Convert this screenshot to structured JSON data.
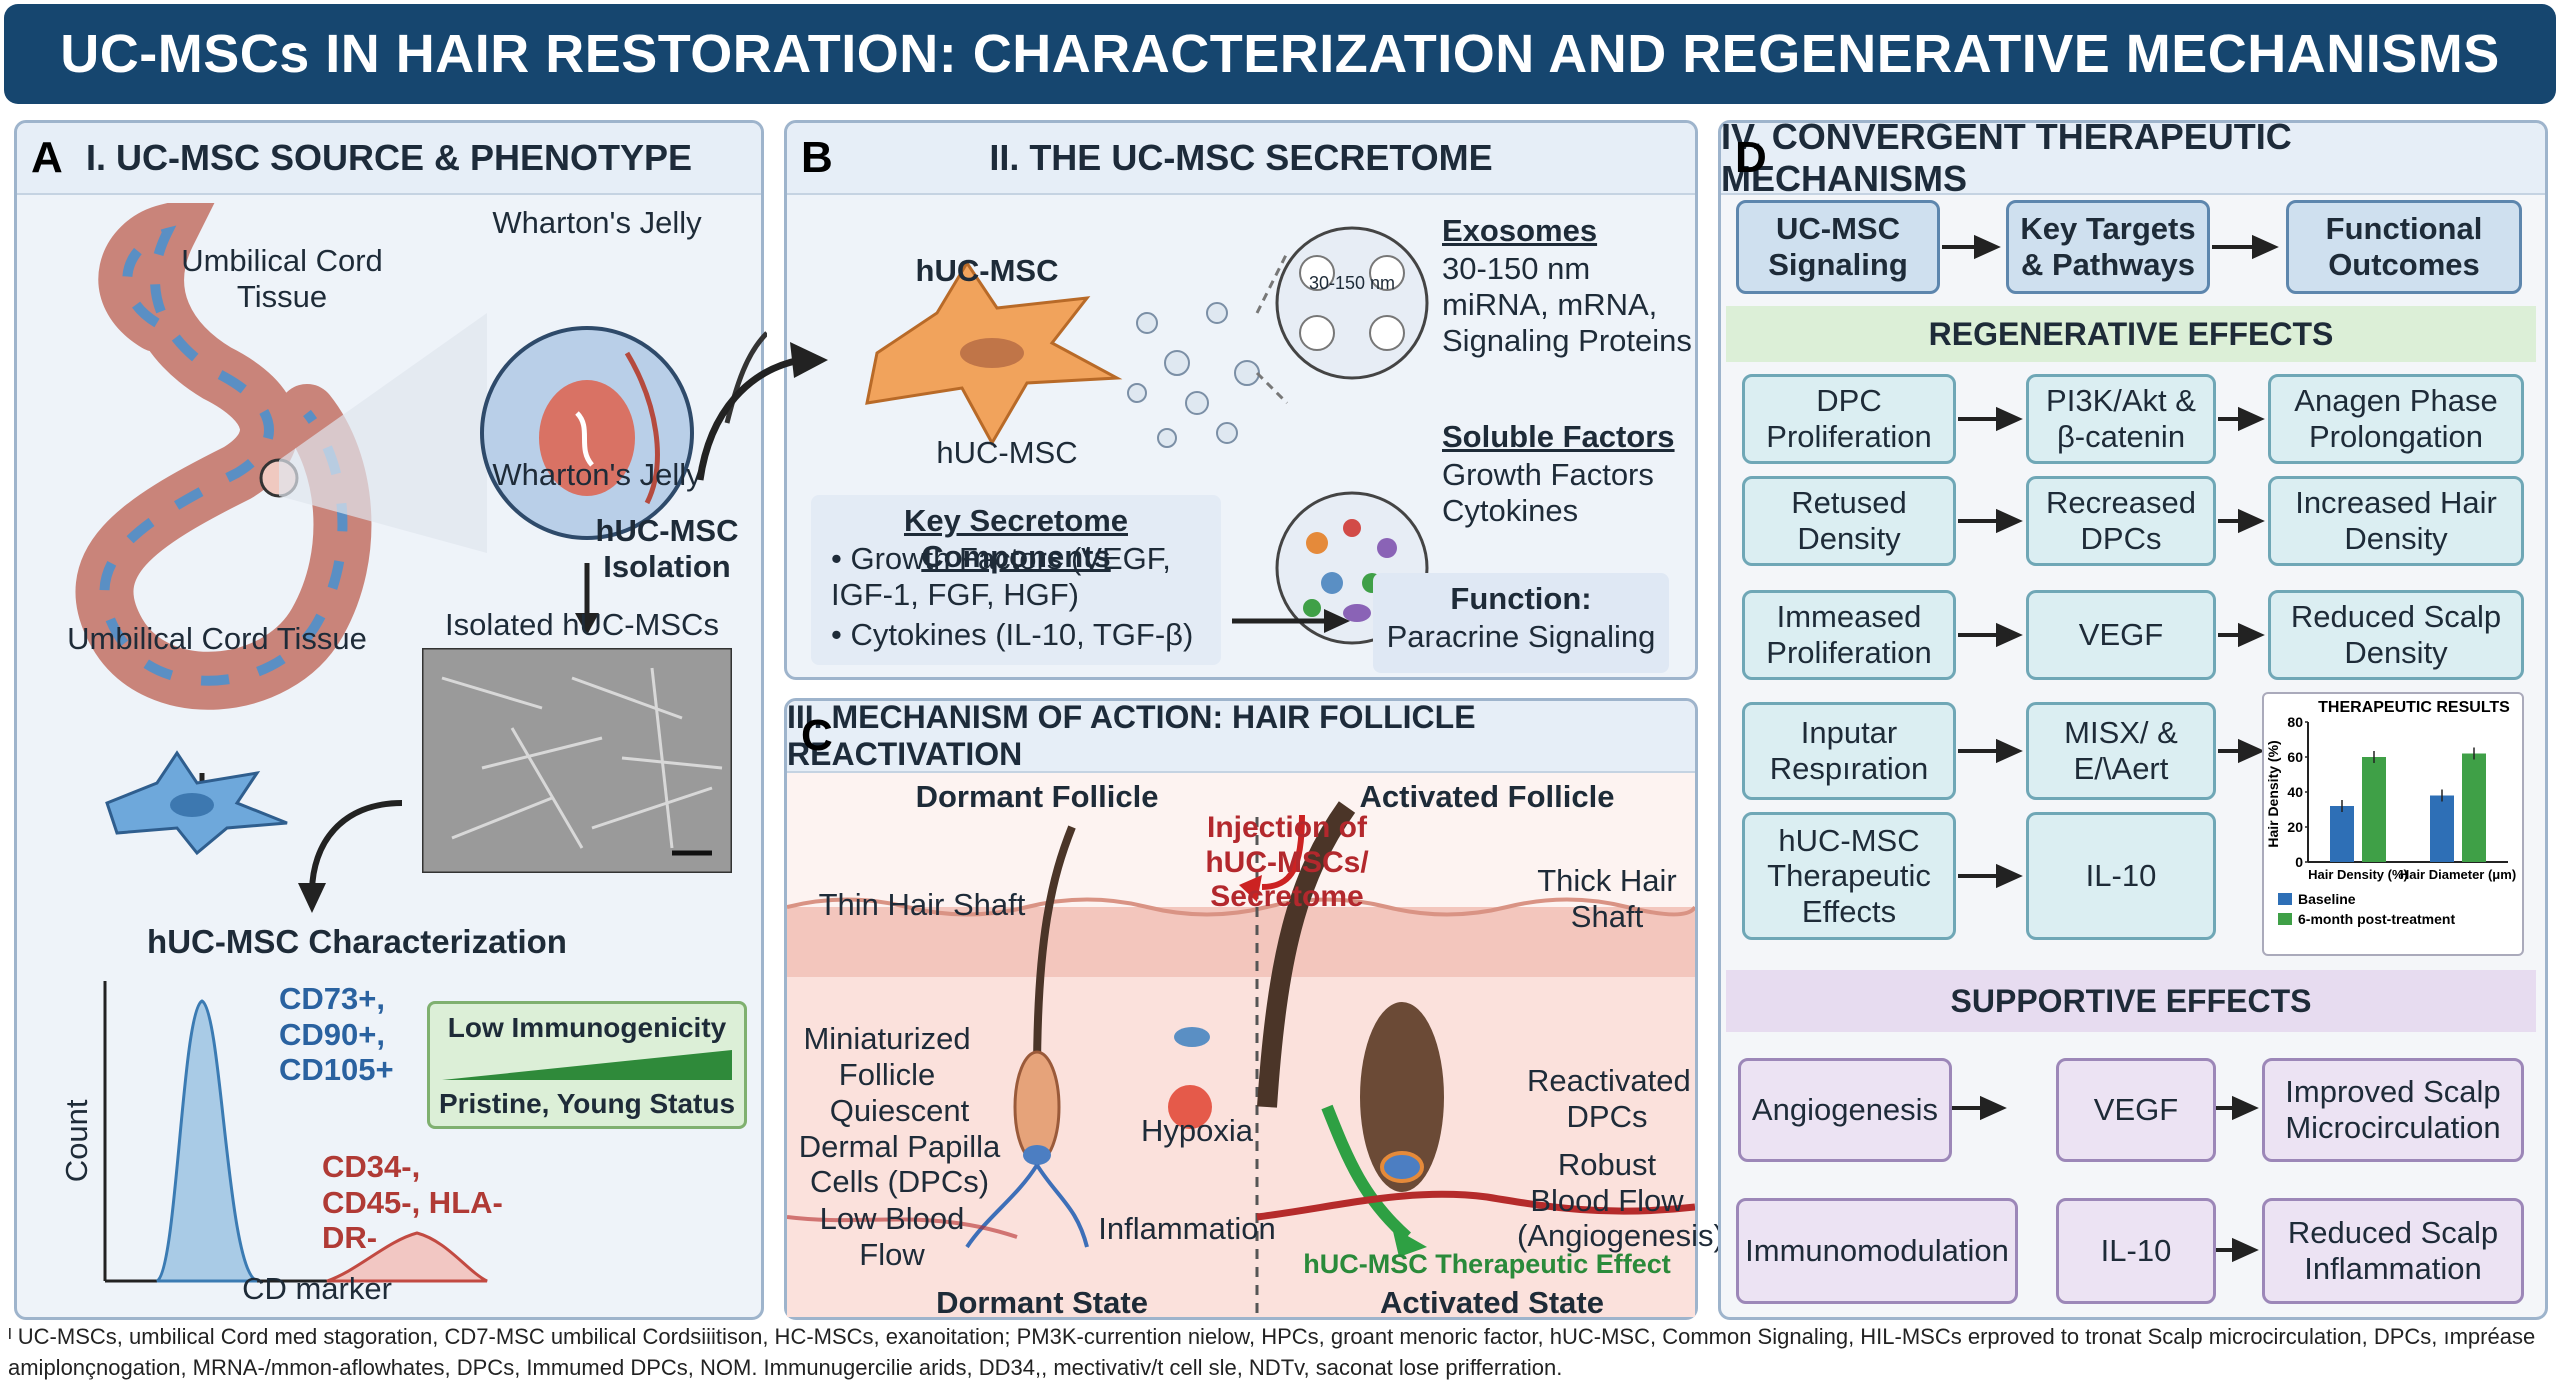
{
  "title": "UC-MSCs IN HAIR RESTORATION: CHARACTERIZATION AND REGENERATIVE MECHANISMS",
  "panelA": {
    "letter": "A",
    "title": "I. UC-MSC SOURCE & PHENOTYPE",
    "cord_label": "Umbilical Cord Tissue",
    "wj_top": "Wharton's Jelly",
    "wj_bottom": "Wharton's Jelly",
    "isolation": "hUC-MSC Isolation",
    "tissue_label": "Umbilical Cord Tissue",
    "isolated": "Isolated hUC-MSCs",
    "char_title": "hUC-MSC Characterization",
    "pos_markers": "CD73+, CD90+, CD105+",
    "neg_markers": "CD34-, CD45-, HLA-DR-",
    "ylabel": "Count",
    "xlabel": "CD marker",
    "immuno": "Low Immunogenicity",
    "status": "Pristine, Young Status"
  },
  "panelB": {
    "letter": "B",
    "title": "II. THE UC-MSC SECRETOME",
    "cell1": "hUC-MSC",
    "cell2": "hUC-MSC",
    "exo_title": "Exosomes",
    "exo_size": "30-150 nm",
    "exo_inner": "30-150 nm",
    "exo_desc": "miRNA, mRNA, Signaling Proteins",
    "sol_title": "Soluble Factors",
    "sol_desc": "Growth Factors Cytokines",
    "key_title": "Key Secretome Components",
    "key1": "• Growth Factors (VEGF, IGF-1, FGF, HGF)",
    "key2": "• Cytokines (IL-10, TGF-β)",
    "func_title": "Function:",
    "func_desc": "Paracrine Signaling"
  },
  "panelC": {
    "letter": "C",
    "title": "III. MECHANISM OF ACTION: HAIR FOLLICLE REACTIVATION",
    "dormant": "Dormant Follicle",
    "activated": "Activated Follicle",
    "injection": "Injection of hUC-MSCs/ Secretome",
    "thin": "Thin Hair Shaft",
    "thick": "Thick Hair Shaft",
    "mini": "Miniaturized Follicle",
    "quiescent": "Quiescent Dermal Papilla Cells (DPCs)",
    "lowblood": "Low Blood Flow",
    "hypoxia": "Hypoxia",
    "inflam": "Inflammation",
    "reactivated": "Reactivated DPCs",
    "robust": "Robust Blood Flow (Angiogenesis)",
    "effect": "hUC-MSC Therapeutic Effect",
    "dstate": "Dormant State",
    "astate": "Activated State"
  },
  "panelD": {
    "letter": "D",
    "title": "IV. CONVERGENT THERAPEUTIC MECHANISMS",
    "h1": "UC-MSC Signaling",
    "h2": "Key Targets & Pathways",
    "h3": "Functional Outcomes",
    "regen": "REGENERATIVE EFFECTS",
    "support": "SUPPORTIVE EFFECTS",
    "rows": [
      [
        "DPC Proliferation",
        "PI3K/Akt & β-catenin",
        "Anagen Phase Prolongation"
      ],
      [
        "Retused Density",
        "Recreased DPCs",
        "Increased Hair Density"
      ],
      [
        "Immeased Proliferation",
        "VEGF",
        "Reduced Scalp Density"
      ],
      [
        "Inputar Respıration",
        "MISX/ & E/\\Aert",
        ""
      ],
      [
        "hUC-MSC Therapeutic Effects",
        "IL-10",
        ""
      ]
    ],
    "srows": [
      [
        "Angiogenesis",
        "VEGF",
        "Improved Scalp Microcirculation"
      ],
      [
        "Immunomodulation",
        "IL-10",
        "Reduced Scalp Inflammation"
      ]
    ]
  },
  "chart_data": {
    "type": "bar",
    "title": "THERAPEUTIC RESULTS",
    "ylabel": "Hair Density (%)",
    "ylim": [
      0,
      80
    ],
    "yticks": [
      0,
      20,
      40,
      60,
      80
    ],
    "categories": [
      "Hair Density (%)",
      "Hair Diameter (μm)"
    ],
    "series": [
      {
        "name": "Baseline",
        "color": "#2e6fb6",
        "values": [
          32,
          38
        ]
      },
      {
        "name": "6-month post-treatment",
        "color": "#3fa047",
        "values": [
          60,
          62
        ]
      }
    ],
    "legend": "bottom"
  },
  "footnote": "ᴵ UC-MSCs, umbilical Cord med stagoration, CD7-MSC umbilical Cordsiiitison, HC-MSCs, exanoitation; PM3K-currention nielow, HPCs, groant menoric factor, hUC-MSC, Common Signaling, HIL-MSCs erproved to tronat Scalp microcirculation, DPCs, ımpréase amiplonçnogation, MRNA-/mmon-aflowhates, DPCs, Immumed DPCs, NOM. Immunugercilie arids, DD34,, mectivativ/t cell sle, NDTv, saconat lose prifferration."
}
